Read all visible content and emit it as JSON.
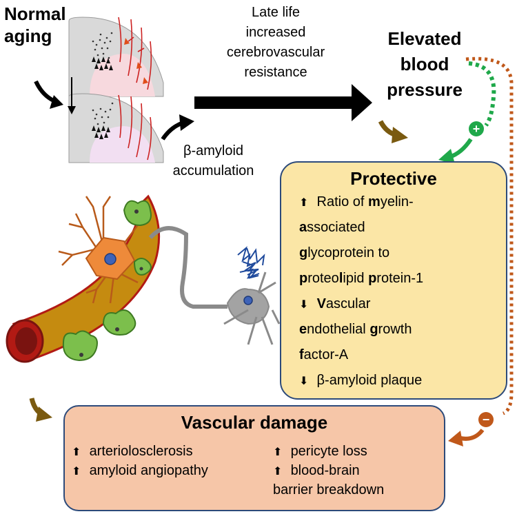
{
  "labels": {
    "normal_aging": [
      "Normal",
      "aging"
    ],
    "late_life": [
      "Late life",
      "increased",
      "cerebrovascular",
      "resistance"
    ],
    "elevated_bp": [
      "Elevated",
      "blood",
      "pressure"
    ],
    "amyloid": [
      "β-amyloid",
      "accumulation"
    ],
    "plus_sign": "+",
    "minus_sign": "−"
  },
  "protective": {
    "title": "Protective",
    "lines": [
      {
        "arrow": "⬆",
        "parts": [
          {
            "t": " Ratio of ",
            "b": false
          },
          {
            "t": "m",
            "b": true
          },
          {
            "t": "yelin-",
            "b": false
          }
        ]
      },
      {
        "arrow": "",
        "parts": [
          {
            "t": "a",
            "b": true
          },
          {
            "t": "ssociated",
            "b": false
          }
        ]
      },
      {
        "arrow": "",
        "parts": [
          {
            "t": "g",
            "b": true
          },
          {
            "t": "lycoprotein to",
            "b": false
          }
        ]
      },
      {
        "arrow": "",
        "parts": [
          {
            "t": "p",
            "b": true
          },
          {
            "t": "roteo",
            "b": false
          },
          {
            "t": "l",
            "b": true
          },
          {
            "t": "ipid ",
            "b": false
          },
          {
            "t": "p",
            "b": true
          },
          {
            "t": "rotein-1",
            "b": false
          }
        ]
      },
      {
        "arrow": "⬇",
        "parts": [
          {
            "t": " ",
            "b": false
          },
          {
            "t": "V",
            "b": true
          },
          {
            "t": "ascular",
            "b": false
          }
        ]
      },
      {
        "arrow": "",
        "parts": [
          {
            "t": "e",
            "b": true
          },
          {
            "t": "ndothelial ",
            "b": false
          },
          {
            "t": "g",
            "b": true
          },
          {
            "t": "rowth",
            "b": false
          }
        ]
      },
      {
        "arrow": "",
        "parts": [
          {
            "t": "f",
            "b": true
          },
          {
            "t": "actor-A",
            "b": false
          }
        ]
      },
      {
        "arrow": "⬇",
        "parts": [
          {
            "t": " β-amyloid plaque",
            "b": false
          }
        ]
      }
    ]
  },
  "vascular_damage": {
    "title": "Vascular damage",
    "left_items": [
      "arteriolosclerosis",
      "amyloid angiopathy"
    ],
    "right_items": [
      "pericyte loss",
      "blood-brain"
    ],
    "right_continuation": "barrier breakdown",
    "arrow": "⬆"
  },
  "colors": {
    "arrow_main": "#000000",
    "arrow_brown": "#7a5a10",
    "green_dotted": "#1fa84a",
    "orange_dotted": "#c0581a",
    "protective_fill": "#fbe6a6",
    "vascular_fill": "#f6c6a8",
    "box_border": "#2c4a7a",
    "vessel_fill": "#c58b10",
    "vessel_border": "#b21a14",
    "astrocyte": "#ee8a3a",
    "pericyte": "#7cbf4c",
    "neuron": "#a3a3a3",
    "amyloid": "#1f4a9c"
  }
}
